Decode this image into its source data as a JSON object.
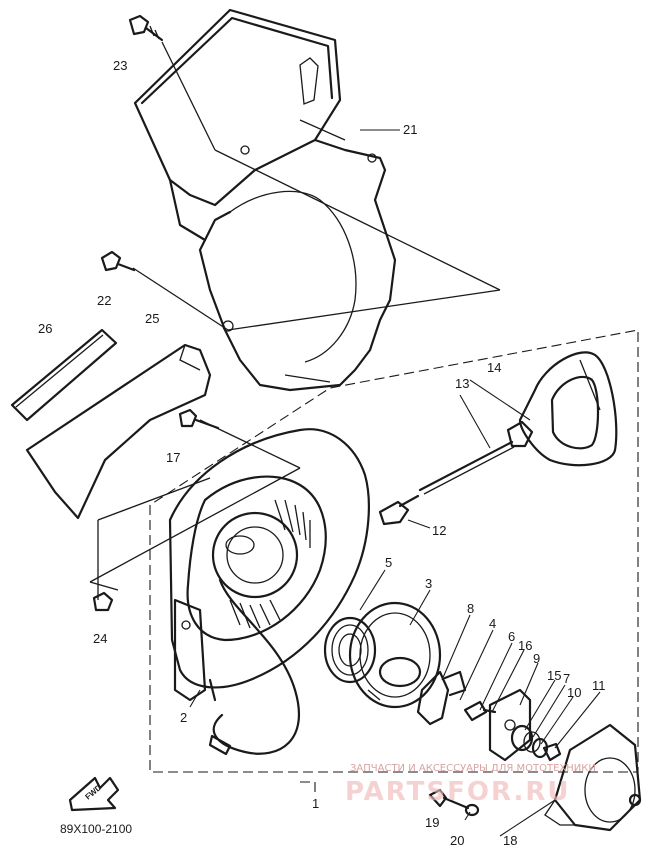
{
  "diagram": {
    "drawing_code": "89X100-2100",
    "direction_marker": "FWD",
    "callouts": [
      {
        "id": "p23",
        "label": "23"
      },
      {
        "id": "p21",
        "label": "21"
      },
      {
        "id": "p22",
        "label": "22"
      },
      {
        "id": "p26",
        "label": "26"
      },
      {
        "id": "p25",
        "label": "25"
      },
      {
        "id": "p14",
        "label": "14"
      },
      {
        "id": "p13",
        "label": "13"
      },
      {
        "id": "p17",
        "label": "17"
      },
      {
        "id": "p12",
        "label": "12"
      },
      {
        "id": "p5",
        "label": "5"
      },
      {
        "id": "p3",
        "label": "3"
      },
      {
        "id": "p24",
        "label": "24"
      },
      {
        "id": "p8",
        "label": "8"
      },
      {
        "id": "p4",
        "label": "4"
      },
      {
        "id": "p6",
        "label": "6"
      },
      {
        "id": "p16",
        "label": "16"
      },
      {
        "id": "p9",
        "label": "9"
      },
      {
        "id": "p15",
        "label": "15"
      },
      {
        "id": "p7",
        "label": "7"
      },
      {
        "id": "p10",
        "label": "10"
      },
      {
        "id": "p11",
        "label": "11"
      },
      {
        "id": "p2",
        "label": "2"
      },
      {
        "id": "p1",
        "label": "1"
      },
      {
        "id": "p19",
        "label": "19"
      },
      {
        "id": "p20",
        "label": "20"
      },
      {
        "id": "p18",
        "label": "18"
      }
    ]
  },
  "watermark": {
    "caption": "ЗАПЧАСТИ И АКСЕССУАРЫ ДЛЯ МОТОТЕХНИКИ",
    "site": "PARTSFOR.RU"
  }
}
